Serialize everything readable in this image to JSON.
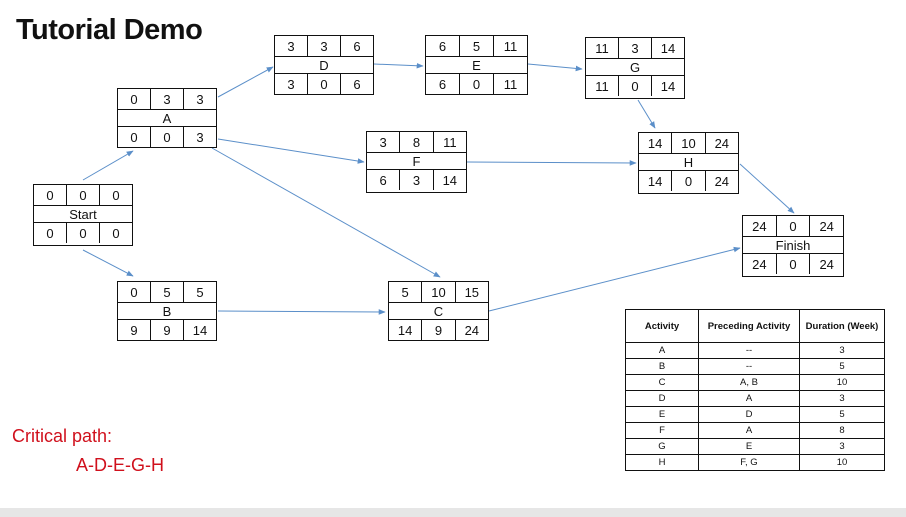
{
  "title": "Tutorial Demo",
  "nodes": {
    "start": {
      "top": [
        "0",
        "0",
        "0"
      ],
      "name": "Start",
      "bottom": [
        "0",
        "0",
        "0"
      ]
    },
    "a": {
      "top": [
        "0",
        "3",
        "3"
      ],
      "name": "A",
      "bottom": [
        "0",
        "0",
        "3"
      ]
    },
    "b": {
      "top": [
        "0",
        "5",
        "5"
      ],
      "name": "B",
      "bottom": [
        "9",
        "9",
        "14"
      ]
    },
    "c": {
      "top": [
        "5",
        "10",
        "15"
      ],
      "name": "C",
      "bottom": [
        "14",
        "9",
        "24"
      ]
    },
    "d": {
      "top": [
        "3",
        "3",
        "6"
      ],
      "name": "D",
      "bottom": [
        "3",
        "0",
        "6"
      ]
    },
    "e": {
      "top": [
        "6",
        "5",
        "11"
      ],
      "name": "E",
      "bottom": [
        "6",
        "0",
        "11"
      ]
    },
    "f": {
      "top": [
        "3",
        "8",
        "11"
      ],
      "name": "F",
      "bottom": [
        "6",
        "3",
        "14"
      ]
    },
    "g": {
      "top": [
        "11",
        "3",
        "14"
      ],
      "name": "G",
      "bottom": [
        "11",
        "0",
        "14"
      ]
    },
    "h": {
      "top": [
        "14",
        "10",
        "24"
      ],
      "name": "H",
      "bottom": [
        "14",
        "0",
        "24"
      ]
    },
    "finish": {
      "top": [
        "24",
        "0",
        "24"
      ],
      "name": "Finish",
      "bottom": [
        "24",
        "0",
        "24"
      ]
    }
  },
  "critical_path": {
    "label": "Critical path:",
    "path": "A-D-E-G-H"
  },
  "table": {
    "headers": [
      "Activity",
      "Preceding Activity",
      "Duration (Week)"
    ],
    "rows": [
      [
        "A",
        "--",
        "3"
      ],
      [
        "B",
        "--",
        "5"
      ],
      [
        "C",
        "A, B",
        "10"
      ],
      [
        "D",
        "A",
        "3"
      ],
      [
        "E",
        "D",
        "5"
      ],
      [
        "F",
        "A",
        "8"
      ],
      [
        "G",
        "E",
        "3"
      ],
      [
        "H",
        "F, G",
        "10"
      ]
    ]
  },
  "colors": {
    "arrow": "#5b8fc9",
    "critical": "#d0101c",
    "border": "#111111"
  }
}
